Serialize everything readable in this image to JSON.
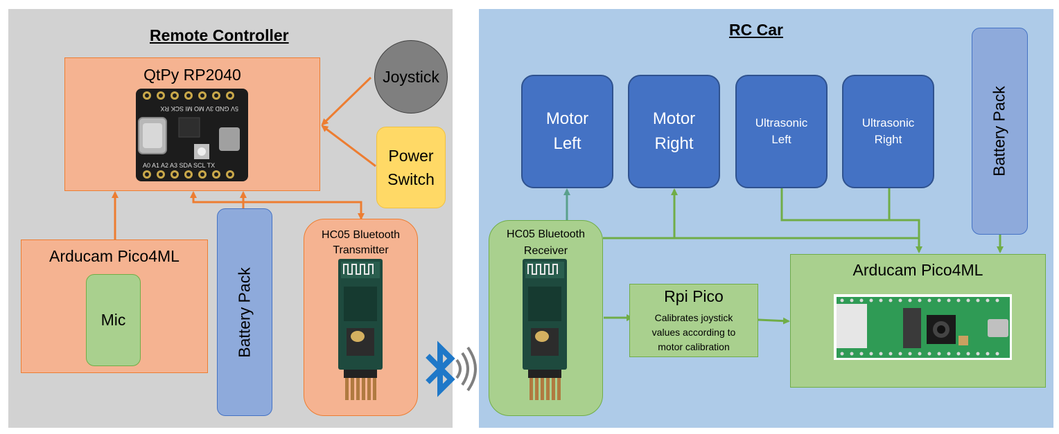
{
  "remote": {
    "title": "Remote Controller",
    "qtpy": {
      "label": "QtPy RP2040",
      "pins_top": "5V GND 3V MO MI SCK RX",
      "pins_bottom": "A0 A1 A2 A3 SDA SCL TX"
    },
    "joystick": "Joystick",
    "power_l1": "Power",
    "power_l2": "Switch",
    "arducam": "Arducam Pico4ML",
    "mic": "Mic",
    "battery": "Battery Pack",
    "hc05_l1": "HC05 Bluetooth",
    "hc05_l2": "Transmitter"
  },
  "car": {
    "title": "RC Car",
    "motor_left_l1": "Motor",
    "motor_left_l2": "Left",
    "motor_right_l1": "Motor",
    "motor_right_l2": "Right",
    "us_left_l1": "Ultrasonic",
    "us_left_l2": "Left",
    "us_right_l1": "Ultrasonic",
    "us_right_l2": "Right",
    "battery": "Battery Pack",
    "hc05_l1": "HC05 Bluetooth",
    "hc05_l2": "Receiver",
    "rpi_title": "Rpi Pico",
    "rpi_l1": "Calibrates joystick",
    "rpi_l2": "values according to",
    "rpi_l3": "motor calibration",
    "arducam": "Arducam Pico4ML"
  },
  "colors": {
    "remote_bg": "#d2d2d2",
    "car_bg": "#aecbe8",
    "orange_box": "#f4aa8a",
    "orange_line": "#ed7d31",
    "green_box": "#a9d08e",
    "green_line": "#70ad47",
    "blue_box": "#4472c4",
    "battery_blue": "#8eaadb",
    "yellow_box": "#ffd966",
    "bluetooth": "#1f78c8"
  }
}
